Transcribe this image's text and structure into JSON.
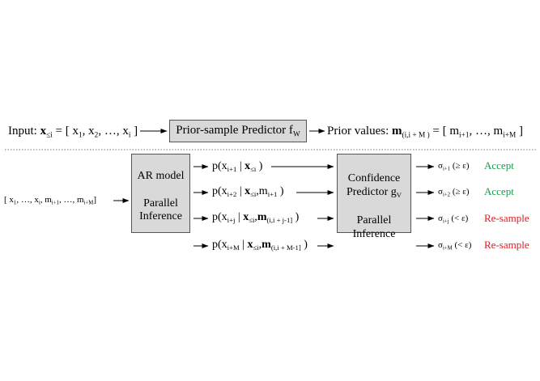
{
  "top_row": {
    "input_prefix": "Input: ",
    "x_bold": "x",
    "x_sub": "≤i",
    "eq_open": " = [ x",
    "s1": "1",
    "comma1": ", x",
    "s2": "2",
    "dots": ", …, x",
    "si": "i",
    "close": " ]",
    "predictor_label": "Prior-sample Predictor f",
    "predictor_sub": "W",
    "prior_prefix": "Prior values: ",
    "m_bold": "m",
    "m_sub": "(i,i + M )",
    "m_eq": " = [ m",
    "m_s1": "i+1",
    "m_mid": ", …, m",
    "m_s2": "i+M",
    "m_close": " ]"
  },
  "left_input": {
    "open": "[ x",
    "s1": "1",
    "mid1": ", …, x",
    "si": "i",
    "mid2": ", m",
    "s2": "i+1",
    "mid3": ", …, m",
    "s3": "i+M",
    "close": "]"
  },
  "ar_box": {
    "line1": "AR model",
    "line2": "Parallel",
    "line3": "Inference"
  },
  "conf_box": {
    "line1": "Confidence",
    "line2": "Predictor g",
    "line2_sub": "V",
    "line3": "Parallel",
    "line4": "Inference"
  },
  "probs": [
    {
      "p": "p(x",
      "sub": "i+1",
      "bar": " | ",
      "xb": "x",
      "xsub": "≤i",
      "rest": "",
      "m": "",
      "msub": "",
      "close": " )"
    },
    {
      "p": "p(x",
      "sub": "i+2",
      "bar": " | ",
      "xb": "x",
      "xsub": "≤i",
      "rest": ",m",
      "m": "",
      "msub": "i+1",
      "close": " )"
    },
    {
      "p": "p(x",
      "sub": "i+j",
      "bar": " | ",
      "xb": "x",
      "xsub": "≤i",
      "rest": ",",
      "m": "m",
      "msub": "(i,i + j-1]",
      "close": " )"
    },
    {
      "p": "p(x",
      "sub": "i+M",
      "bar": " | ",
      "xb": "x",
      "xsub": "≤i",
      "rest": ",",
      "m": "m",
      "msub": "(i,i + M-1]",
      "close": " )"
    }
  ],
  "sigmas": [
    {
      "sig": "σ",
      "sub": "i+1",
      "cond": " (≥ ε)",
      "decision": "Accept",
      "kind": "accept"
    },
    {
      "sig": "σ",
      "sub": "i+2",
      "cond": " (≥ ε)",
      "decision": "Accept",
      "kind": "accept"
    },
    {
      "sig": "σ",
      "sub": "i+j",
      "cond": " (< ε)",
      "decision": "Re-sample",
      "kind": "resample"
    },
    {
      "sig": "σ",
      "sub": "i+M",
      "cond": " (< ε)",
      "decision": "Re-sample",
      "kind": "resample"
    }
  ],
  "colors": {
    "accept": "#1e9a4e",
    "resample": "#e11b22",
    "box_fill": "#d9d9d9"
  }
}
